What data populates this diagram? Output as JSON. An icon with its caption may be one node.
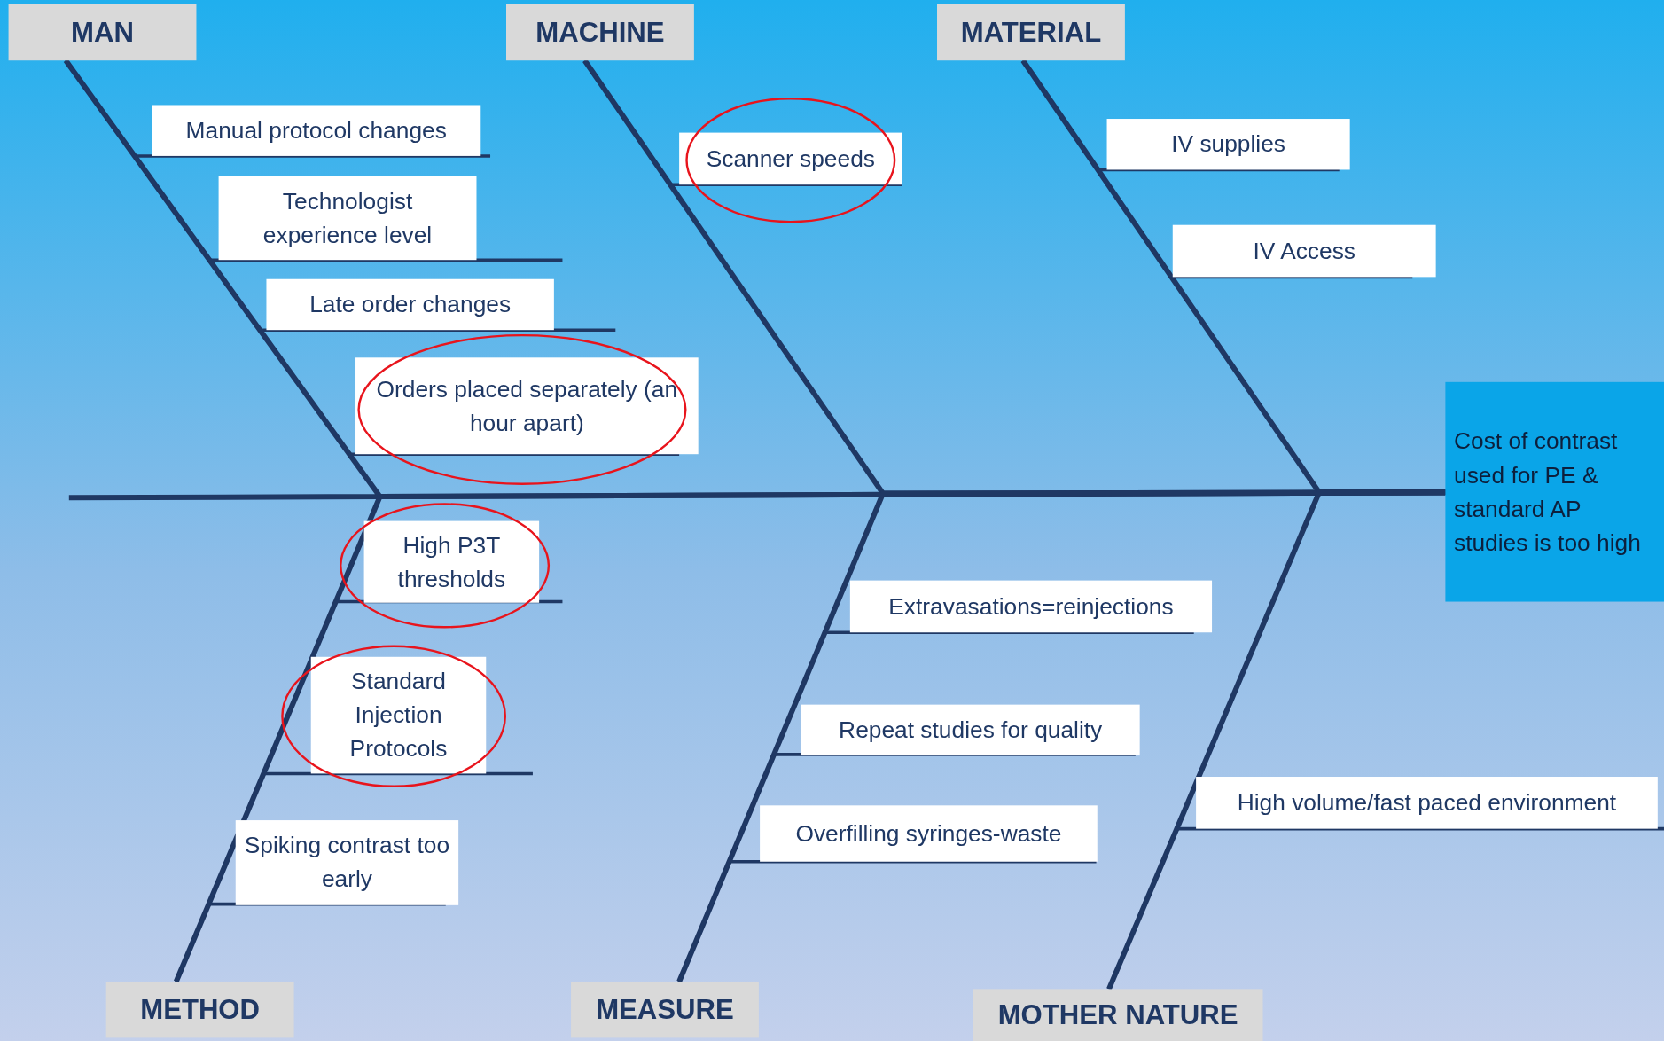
{
  "diagram": {
    "nodes": [
      {
        "text": [
          "MAN"
        ]
      },
      {
        "text": [
          "MACHINE"
        ]
      },
      {
        "text": [
          "MATERIAL"
        ]
      },
      {
        "text": [
          "Manual protocol changes"
        ]
      },
      {
        "text": [
          "Technologist experience level"
        ]
      },
      {
        "text": [
          "Late order changes"
        ]
      },
      {
        "text": [
          "Orders placed separately (an hour apart)"
        ]
      },
      {
        "text": [
          "Scanner speeds"
        ]
      },
      {
        "text": [
          "IV supplies"
        ]
      },
      {
        "text": [
          "IV Access"
        ]
      },
      {
        "text": [
          "Cost of contrast used for PE & standard AP studies is too high"
        ]
      },
      {
        "text": [
          "High P3T thresholds"
        ]
      },
      {
        "text": [
          "Extravasations=reinjections"
        ]
      },
      {
        "text": [
          "Standard Injection Protocols"
        ]
      },
      {
        "text": [
          "Repeat studies for quality"
        ]
      },
      {
        "text": [
          "High volume/fast paced environment"
        ]
      },
      {
        "text": [
          "Overfilling syringes-waste"
        ]
      },
      {
        "text": [
          "Spiking contrast too early"
        ]
      },
      {
        "text": [
          "METHOD"
        ]
      },
      {
        "text": [
          "MEASURE"
        ]
      },
      {
        "text": [
          "MOTHER NATURE"
        ]
      }
    ],
    "edges": [
      {
        "from": 0,
        "to": 10,
        "arrow": "none"
      },
      {
        "from": 1,
        "to": 10,
        "arrow": "none"
      },
      {
        "from": 2,
        "to": 10,
        "arrow": "none"
      },
      {
        "from": 18,
        "to": 10,
        "arrow": "none"
      },
      {
        "from": 19,
        "to": 10,
        "arrow": "none"
      },
      {
        "from": 20,
        "to": 10,
        "arrow": "none"
      },
      {
        "from": 3,
        "to": 0,
        "arrow": "none"
      },
      {
        "from": 4,
        "to": 0,
        "arrow": "none"
      },
      {
        "from": 5,
        "to": 0,
        "arrow": "none"
      },
      {
        "from": 6,
        "to": 0,
        "arrow": "none"
      },
      {
        "from": 7,
        "to": 1,
        "arrow": "none"
      },
      {
        "from": 8,
        "to": 2,
        "arrow": "none"
      },
      {
        "from": 9,
        "to": 2,
        "arrow": "none"
      },
      {
        "from": 11,
        "to": 18,
        "arrow": "none"
      },
      {
        "from": 13,
        "to": 18,
        "arrow": "none"
      },
      {
        "from": 17,
        "to": 18,
        "arrow": "none"
      },
      {
        "from": 12,
        "to": 19,
        "arrow": "none"
      },
      {
        "from": 14,
        "to": 19,
        "arrow": "none"
      },
      {
        "from": 16,
        "to": 19,
        "arrow": "none"
      },
      {
        "from": 15,
        "to": 20,
        "arrow": "none"
      }
    ]
  }
}
